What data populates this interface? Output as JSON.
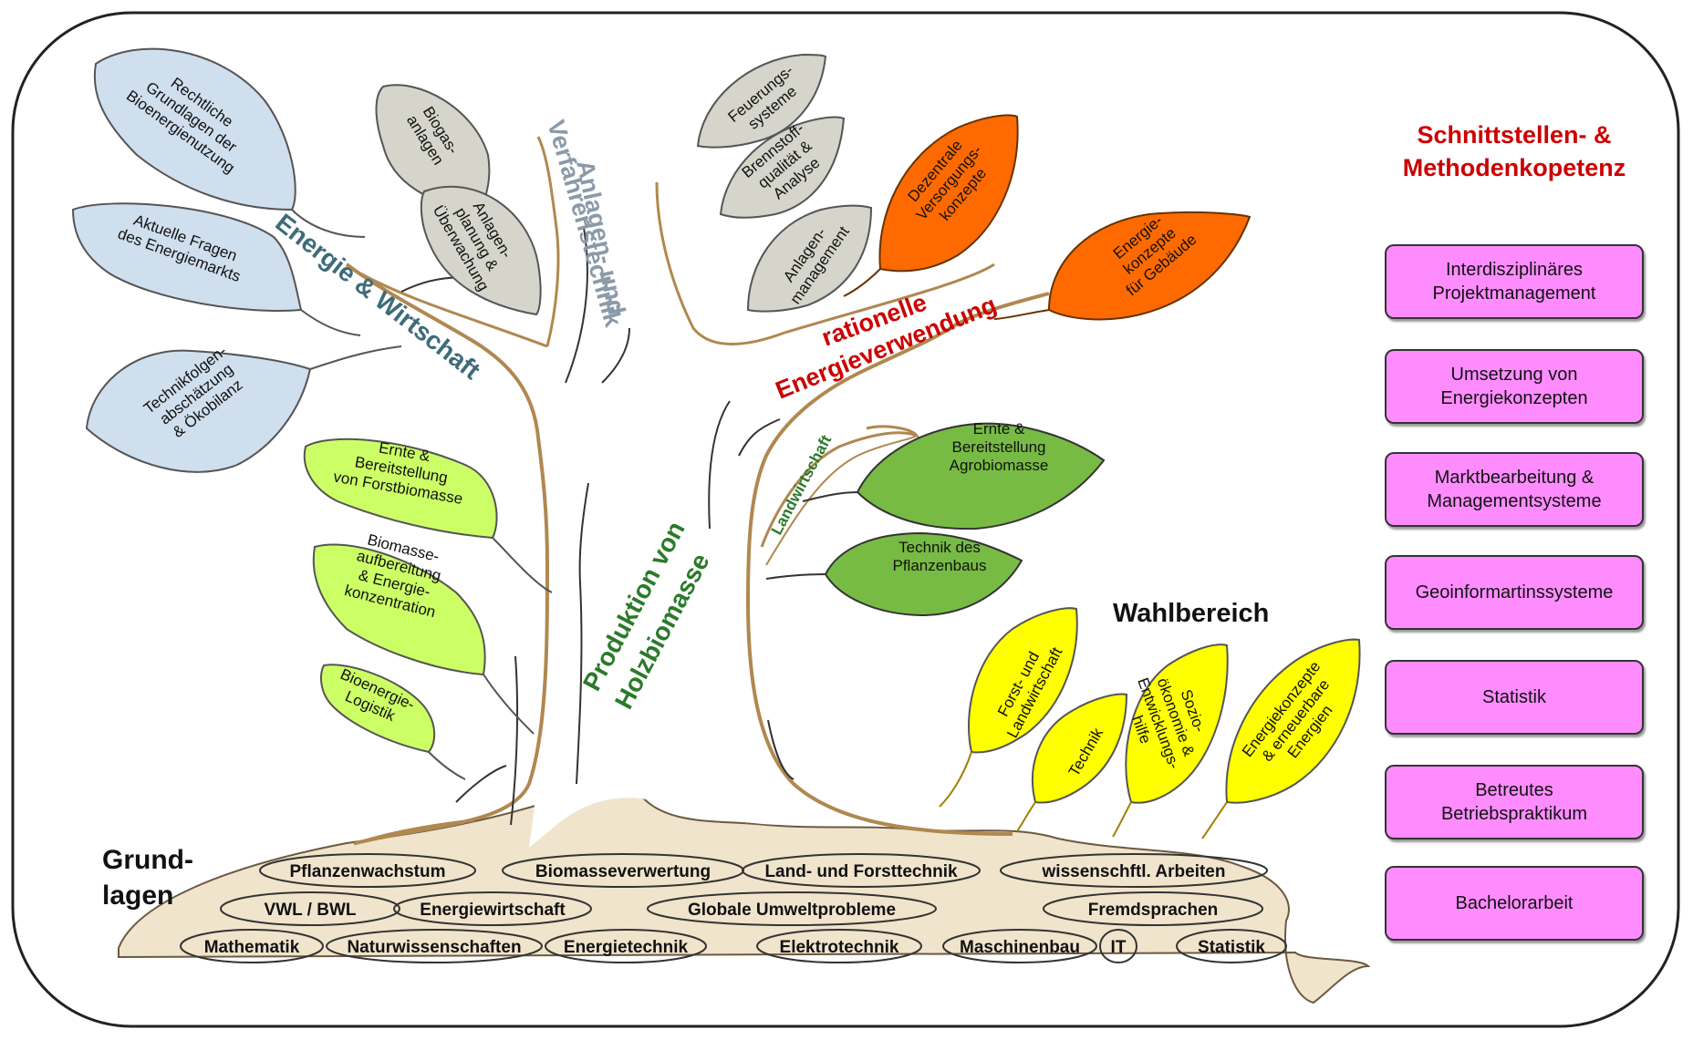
{
  "side": {
    "heading": "Schnittstellen- &\nMethodenkopetenz",
    "modules": [
      "Interdisziplinäres\nProjektmanagement",
      "Umsetzung von\nEnergiekonzepten",
      "Marktbearbeitung &\nManagementsysteme",
      "Geoinformartinssysteme",
      "Statistik",
      "Betreutes\nBetriebspraktikum",
      "Bachelorarbeit"
    ]
  },
  "branches": {
    "energie_wirtschaft": "Energie & Wirtschaft",
    "anlagen_1": "Anlagen- und",
    "anlagen_2": "Verfahrenstechnik",
    "rationelle_1": "rationelle",
    "rationelle_2": "Energieverwendung",
    "landwirtschaft": "Landwirtschaft",
    "holz_1": "Produktion von",
    "holz_2": "Holzbiomasse",
    "wahlbereich": "Wahlbereich",
    "grundlagen_1": "Grund-",
    "grundlagen_2": "lagen"
  },
  "leaves": {
    "rechtliche": [
      "Rechtliche",
      "Grundlagen der",
      "Bioenergienutzung"
    ],
    "aktuelle": [
      "Aktuelle Fragen",
      "des Energiemarkts"
    ],
    "technikfolgen": [
      "Technikfolgen-",
      "abschätzung",
      "& Ökobilanz"
    ],
    "biogas": [
      "Biogas-",
      "anlagen"
    ],
    "anlagenplanung": [
      "Anlagen-",
      "planung &",
      "Überwachung"
    ],
    "feuerung": [
      "Feuerungs-",
      "systeme"
    ],
    "brennstoff": [
      "Brennstoff-",
      "qualität &",
      "Analyse"
    ],
    "anlagenmgmt": [
      "Anlagen-",
      "management"
    ],
    "dezentrale": [
      "Dezentrale",
      "Versorgungs-",
      "konzepte"
    ],
    "gebaeude": [
      "Energie-",
      "konzepte",
      "für Gebäude"
    ],
    "ernte_forst": [
      "Ernte &",
      "Bereitstellung",
      "von Forstbiomasse"
    ],
    "biomasseaufb": [
      "Biomasse-",
      "aufbereitung",
      "& Energie-",
      "konzentration"
    ],
    "logistik": [
      "Bioenergie-",
      "Logistik"
    ],
    "ernte_agro": [
      "Ernte &",
      "Bereitstellung",
      "Agrobiomasse"
    ],
    "pflanzenbau": [
      "Technik des",
      "Pflanzenbaus"
    ],
    "forst_land": [
      "Forst- und",
      "Landwirtschaft"
    ],
    "technik": [
      "Technik"
    ],
    "sozio": [
      "Sozio-",
      "ökonomie &",
      "Entwicklungs-",
      "hilfe"
    ],
    "erneuerbare": [
      "Energiekonzepte",
      "& erneuerbare",
      "Energien"
    ]
  },
  "basics": {
    "row1": [
      "Pflanzenwachstum",
      "Biomasseverwertung",
      "Land- und Forsttechnik",
      "wissenschftl. Arbeiten"
    ],
    "row2": [
      "VWL / BWL",
      "Energiewirtschaft",
      "Globale Umweltprobleme",
      "Fremdsprachen"
    ],
    "row3": [
      "Mathematik",
      "Naturwissenschaften",
      "Energietechnik",
      "Elektrotechnik",
      "Maschinenbau",
      "IT",
      "Statistik"
    ]
  },
  "colors": {
    "blue_leaf": "#cfdfee",
    "grey_leaf": "#d5d5cc",
    "orange_leaf": "#ff6a00",
    "lime_leaf": "#ccff66",
    "green_leaf": "#77bb44",
    "yellow_leaf": "#ffff00",
    "trunk": "#b08850",
    "ground": "#f0e4cc",
    "module_fill": "#ff8cff",
    "heading_red": "#cc0000",
    "branch_blue": "#3d6b7a",
    "branch_grey": "#8a9aa8",
    "branch_green": "#2a7a2a"
  }
}
